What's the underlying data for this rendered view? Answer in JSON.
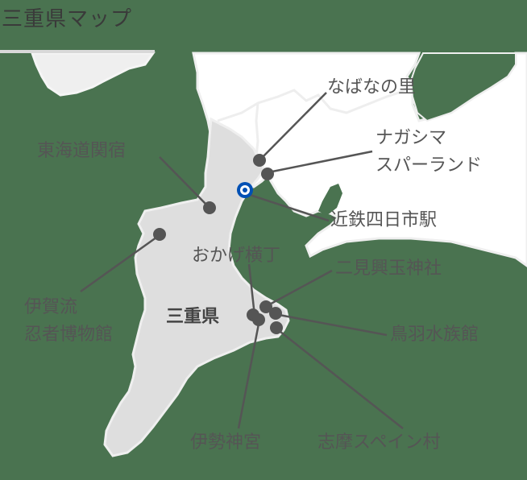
{
  "title": "三重県マップ",
  "colors": {
    "sea": "#4a7350",
    "land_other": "#ffffff",
    "land_mie": "#dedede",
    "border": "#efefef",
    "marker": "#555555",
    "station_marker": "#0050b4",
    "text": "#555555"
  },
  "region_label": "三重県",
  "station": {
    "label": "近鉄四日市駅",
    "icon": "station-ring-icon"
  },
  "spots": [
    {
      "id": "nabana",
      "label": "なばなの里"
    },
    {
      "id": "nagashima",
      "label_line1": "ナガシマ",
      "label_line2": "スパーランド"
    },
    {
      "id": "tokaido",
      "label": "東海道関宿"
    },
    {
      "id": "iga",
      "label_line1": "伊賀流",
      "label_line2": "忍者博物館"
    },
    {
      "id": "okage",
      "label": "おかげ横丁"
    },
    {
      "id": "futami",
      "label": "二見興玉神社"
    },
    {
      "id": "toba",
      "label": "鳥羽水族館"
    },
    {
      "id": "ise",
      "label": "伊勢神宮"
    },
    {
      "id": "shima",
      "label": "志摩スペイン村"
    }
  ]
}
